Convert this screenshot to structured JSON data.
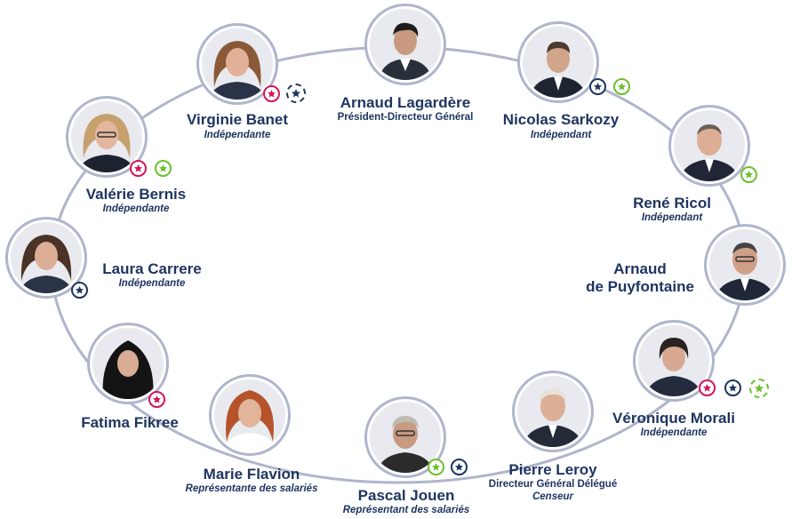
{
  "colors": {
    "ring": "#aeb5cc",
    "text": "#1e3560",
    "pink_star": "#d4145a",
    "navy_star": "#1e3560",
    "green_star": "#6cbf2c"
  },
  "members": [
    {
      "id": "lagardere",
      "name": "Arnaud Lagardère",
      "role": "Président-Directeur Général",
      "badges": []
    },
    {
      "id": "sarkozy",
      "name": "Nicolas Sarkozy",
      "role": "Indépendant",
      "badges": [
        "navy-star",
        "green-star"
      ]
    },
    {
      "id": "ricol",
      "name": "René Ricol",
      "role": "Indépendant",
      "badges": [
        "green-star"
      ]
    },
    {
      "id": "puyfontaine",
      "name_line1": "Arnaud",
      "name_line2": "de Puyfontaine",
      "badges": []
    },
    {
      "id": "morali",
      "name": "Véronique Morali",
      "role": "Indépendante",
      "badges": [
        "pink-star",
        "navy-star",
        "green-star-dashed"
      ]
    },
    {
      "id": "leroy",
      "name": "Pierre Leroy",
      "role": "Directeur Général Délégué",
      "role2": "Censeur",
      "badges": []
    },
    {
      "id": "jouen",
      "name": "Pascal Jouen",
      "role": "Représentant des salariés",
      "badges": [
        "green-star",
        "navy-star"
      ]
    },
    {
      "id": "flavion",
      "name": "Marie Flavion",
      "role": "Représentante des salariés",
      "badges": []
    },
    {
      "id": "fikree",
      "name": "Fatima Fikree",
      "badges": [
        "pink-star"
      ]
    },
    {
      "id": "carrere",
      "name": "Laura Carrere",
      "role": "Indépendante",
      "badges": [
        "navy-star"
      ]
    },
    {
      "id": "bernis",
      "name": "Valérie Bernis",
      "role": "Indépendante",
      "badges": [
        "pink-star",
        "green-star"
      ]
    },
    {
      "id": "banet",
      "name": "Virginie Banet",
      "role": "Indépendante",
      "badges": [
        "pink-star",
        "navy-star-dashed"
      ]
    }
  ]
}
